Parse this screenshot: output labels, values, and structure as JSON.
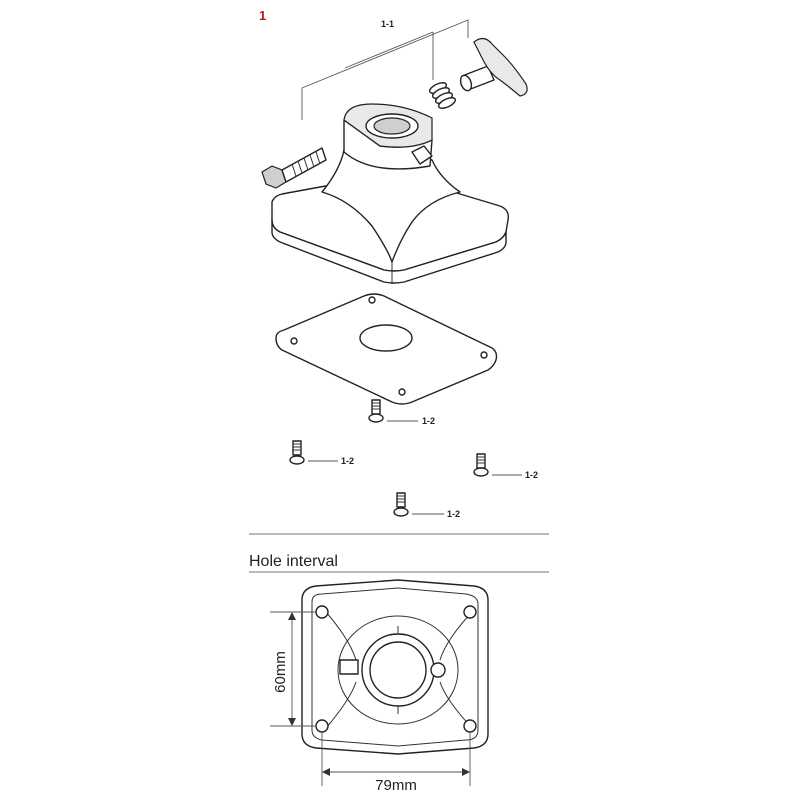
{
  "figure_number": "1",
  "labels": {
    "assembly": "1-1",
    "screw_a": "1-2",
    "screw_b": "1-2",
    "screw_c": "1-2",
    "screw_d": "1-2"
  },
  "section": {
    "title": "Hole interval"
  },
  "dimensions": {
    "vertical": "60mm",
    "horizontal": "79mm"
  }
}
